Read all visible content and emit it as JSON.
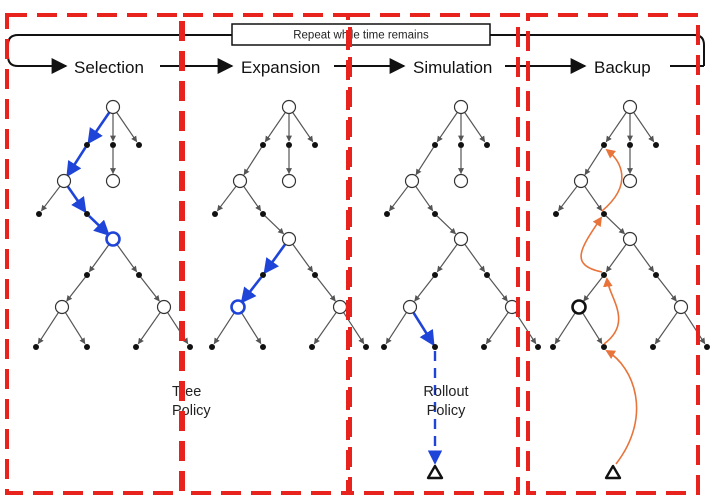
{
  "repeat_label": "Repeat while time remains",
  "phases": [
    {
      "label": "Selection"
    },
    {
      "label": "Expansion"
    },
    {
      "label": "Simulation"
    },
    {
      "label": "Backup"
    }
  ],
  "tree_policy_label": {
    "line1": "Tree",
    "line2": "Policy"
  },
  "rollout_policy_label": {
    "line1": "Rollout",
    "line2": "Policy"
  },
  "colors": {
    "frame_dashes": "#e8231d",
    "tree_edges": "#555555",
    "highlight_path": "#1f44d8",
    "backup_path": "#e8743b",
    "node_fill_state": "#ffffff",
    "node_fill_action": "#111111"
  },
  "icons": [
    "right-arrow-icon",
    "triangle-terminal-icon"
  ]
}
